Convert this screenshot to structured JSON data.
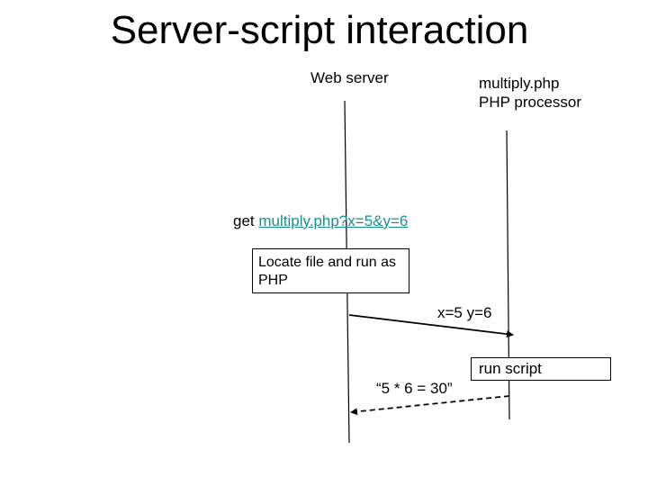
{
  "title": "Server-script interaction",
  "actors": {
    "web_server": "Web server",
    "php_line1": "multiply.php",
    "php_line2": "PHP processor"
  },
  "messages": {
    "request_prefix": "get ",
    "request_link": "multiply.php?x=5&y=6",
    "locate_note": "Locate file and run as PHP",
    "params": "x=5 y=6",
    "run_note": "run script",
    "result": "“5 * 6 = 30”"
  }
}
